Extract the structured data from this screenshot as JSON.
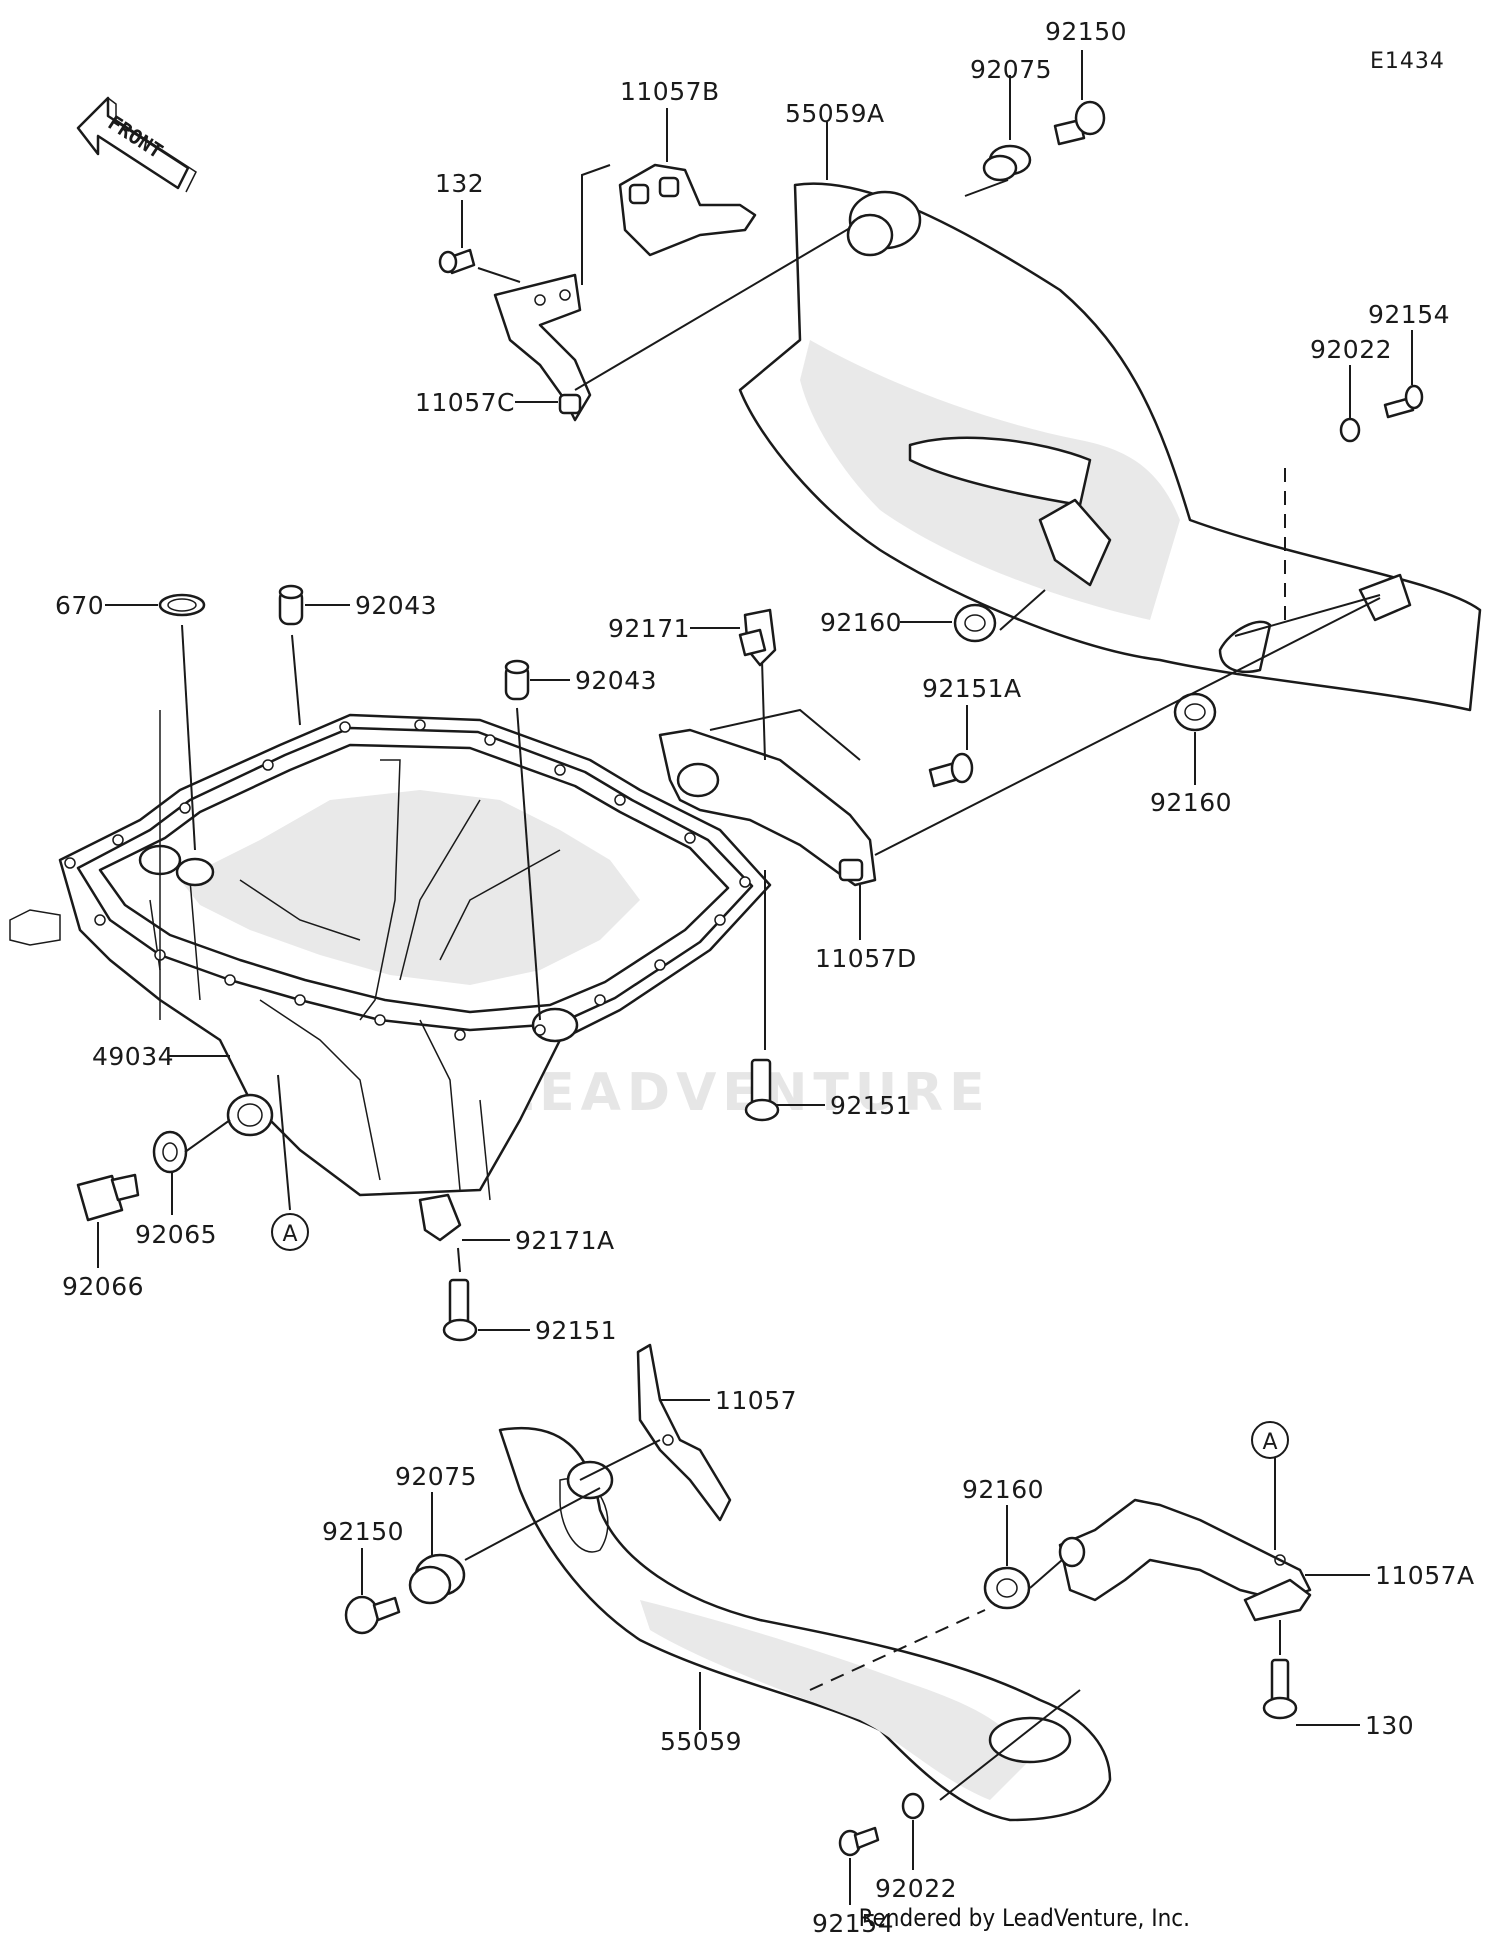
{
  "diagram": {
    "code": "E1434",
    "front_arrow_text": "FRONT",
    "footer": "Rendered by LeadVenture, Inc.",
    "watermark": "LEADVENTURE",
    "ref_marker": "A"
  },
  "labels": [
    "92150",
    "92075",
    "55059A",
    "11057B",
    "132",
    "11057C",
    "92022",
    "92154",
    "670",
    "92043",
    "92043",
    "92171",
    "92160",
    "92151A",
    "92160",
    "11057D",
    "49034",
    "92151",
    "92065",
    "92066",
    "92171A",
    "92151",
    "11057",
    "92075",
    "92150",
    "92160",
    "11057A",
    "130",
    "55059",
    "92022",
    "92154"
  ]
}
